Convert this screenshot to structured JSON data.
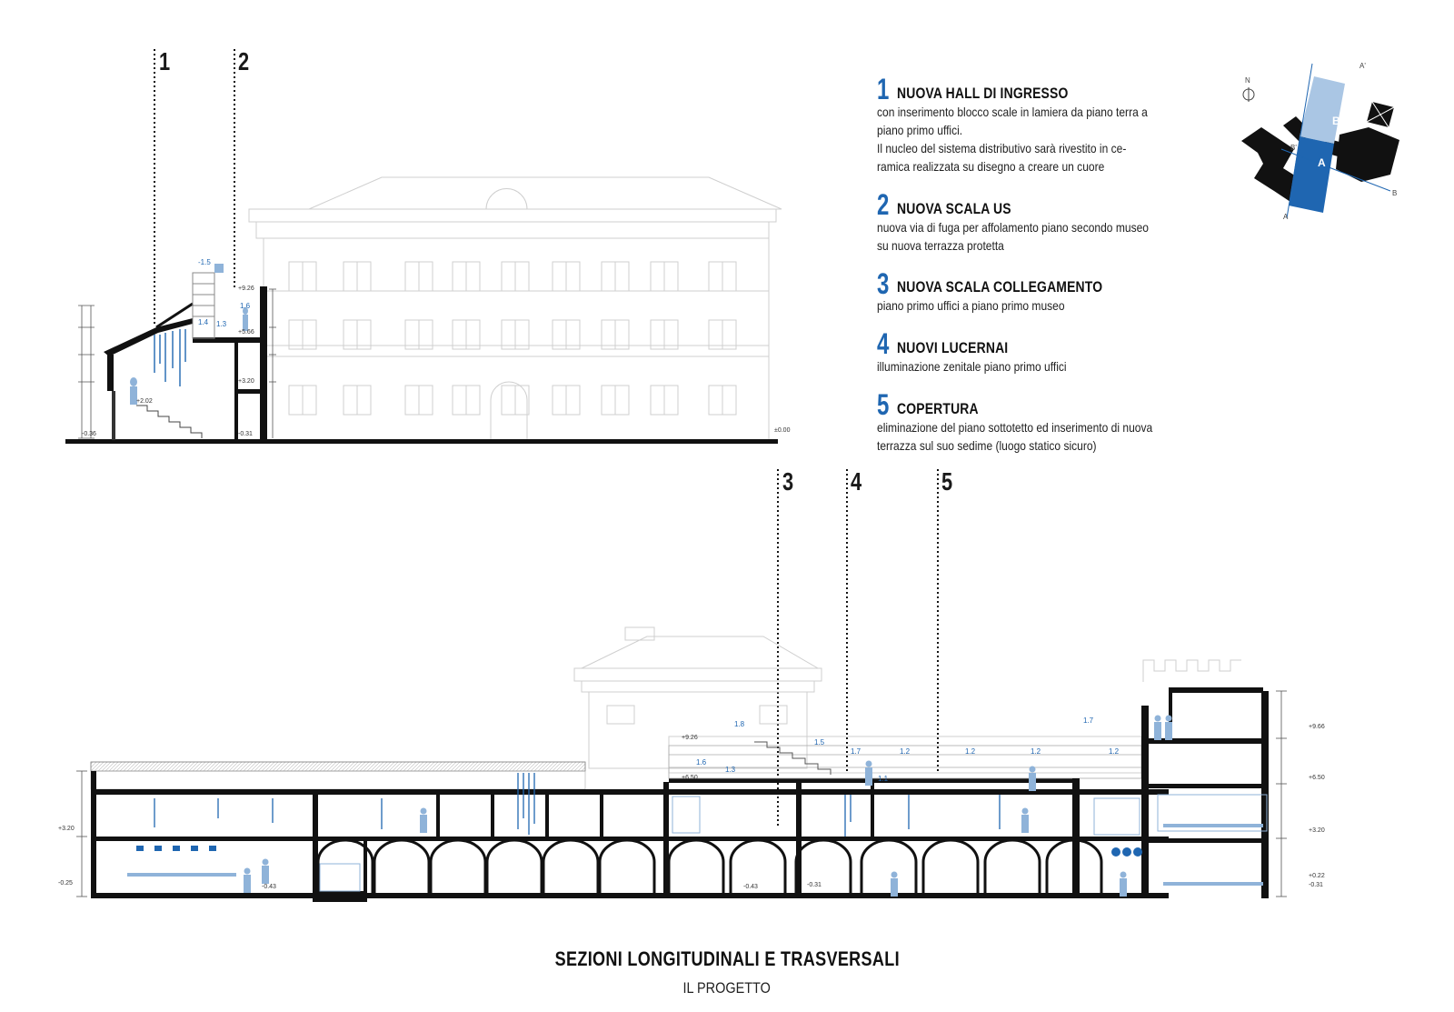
{
  "markers": [
    {
      "id": "1",
      "label": "1"
    },
    {
      "id": "2",
      "label": "2"
    },
    {
      "id": "3",
      "label": "3"
    },
    {
      "id": "4",
      "label": "4"
    },
    {
      "id": "5",
      "label": "5"
    }
  ],
  "legend": [
    {
      "number": "1",
      "title": "NUOVA HALL DI INGRESSO",
      "text": "con inserimento blocco scale in lamiera da piano terra a\npiano primo uffici.\nIl nucleo del sistema distributivo sarà rivestito in ce-\nramica realizzata su disegno a creare un cuore"
    },
    {
      "number": "2",
      "title": "NUOVA SCALA US",
      "text": "nuova via di fuga per affolamento piano secondo museo\nsu nuova terrazza protetta"
    },
    {
      "number": "3",
      "title": "NUOVA SCALA COLLEGAMENTO",
      "text": "piano primo uffici a piano primo museo"
    },
    {
      "number": "4",
      "title": "NUOVI LUCERNAI",
      "text": "illuminazione zenitale piano primo uffici"
    },
    {
      "number": "5",
      "title": "COPERTURA",
      "text": "eliminazione del piano sottotetto ed inserimento di nuova\nterrazza sul suo sedime (luogo statico sicuro)"
    }
  ],
  "keyplan": {
    "north": "N",
    "labels": {
      "a_section": "A",
      "b_section": "B",
      "a_prime": "A'",
      "b_prime": "B'",
      "a_end": "A",
      "b_end": "B"
    }
  },
  "section_labels": {
    "top": {
      "l1": "-1.5",
      "l2": "1.4",
      "l3": "1.3",
      "l4": "1.6",
      "lv1": "+9.26",
      "lv2": "+5.66",
      "lv3": "+3.20",
      "lv4": "+2.02",
      "lv5": "-0.36",
      "lv6": "-0.31",
      "lv7": "±0.00"
    },
    "bottom": {
      "a": "+9.26",
      "b": "+6.50",
      "c": "1.8",
      "d": "1.5",
      "e": "1.7",
      "f": "1.2",
      "g": "1.2",
      "h": "1.2",
      "i": "1.2",
      "j": "1.7",
      "k": "1.6",
      "l": "1.1",
      "m": "1.3",
      "n": "+3.20",
      "o": "-0.25",
      "p": "+9.66",
      "q": "+6.50",
      "r": "+3.20",
      "s": "+0.22",
      "t": "-0.31",
      "u": "-0.43",
      "v": "-0.43",
      "w": "-0.31"
    }
  },
  "page": {
    "title": "SEZIONI LONGITUDINALI E TRASVERSALI",
    "subtitle": "IL PROGETTO"
  },
  "colors": {
    "accent_blue": "#1f66b1",
    "light_blue": "#8fb3d9",
    "ink": "#111111",
    "ghost": "#c9c9c9"
  }
}
